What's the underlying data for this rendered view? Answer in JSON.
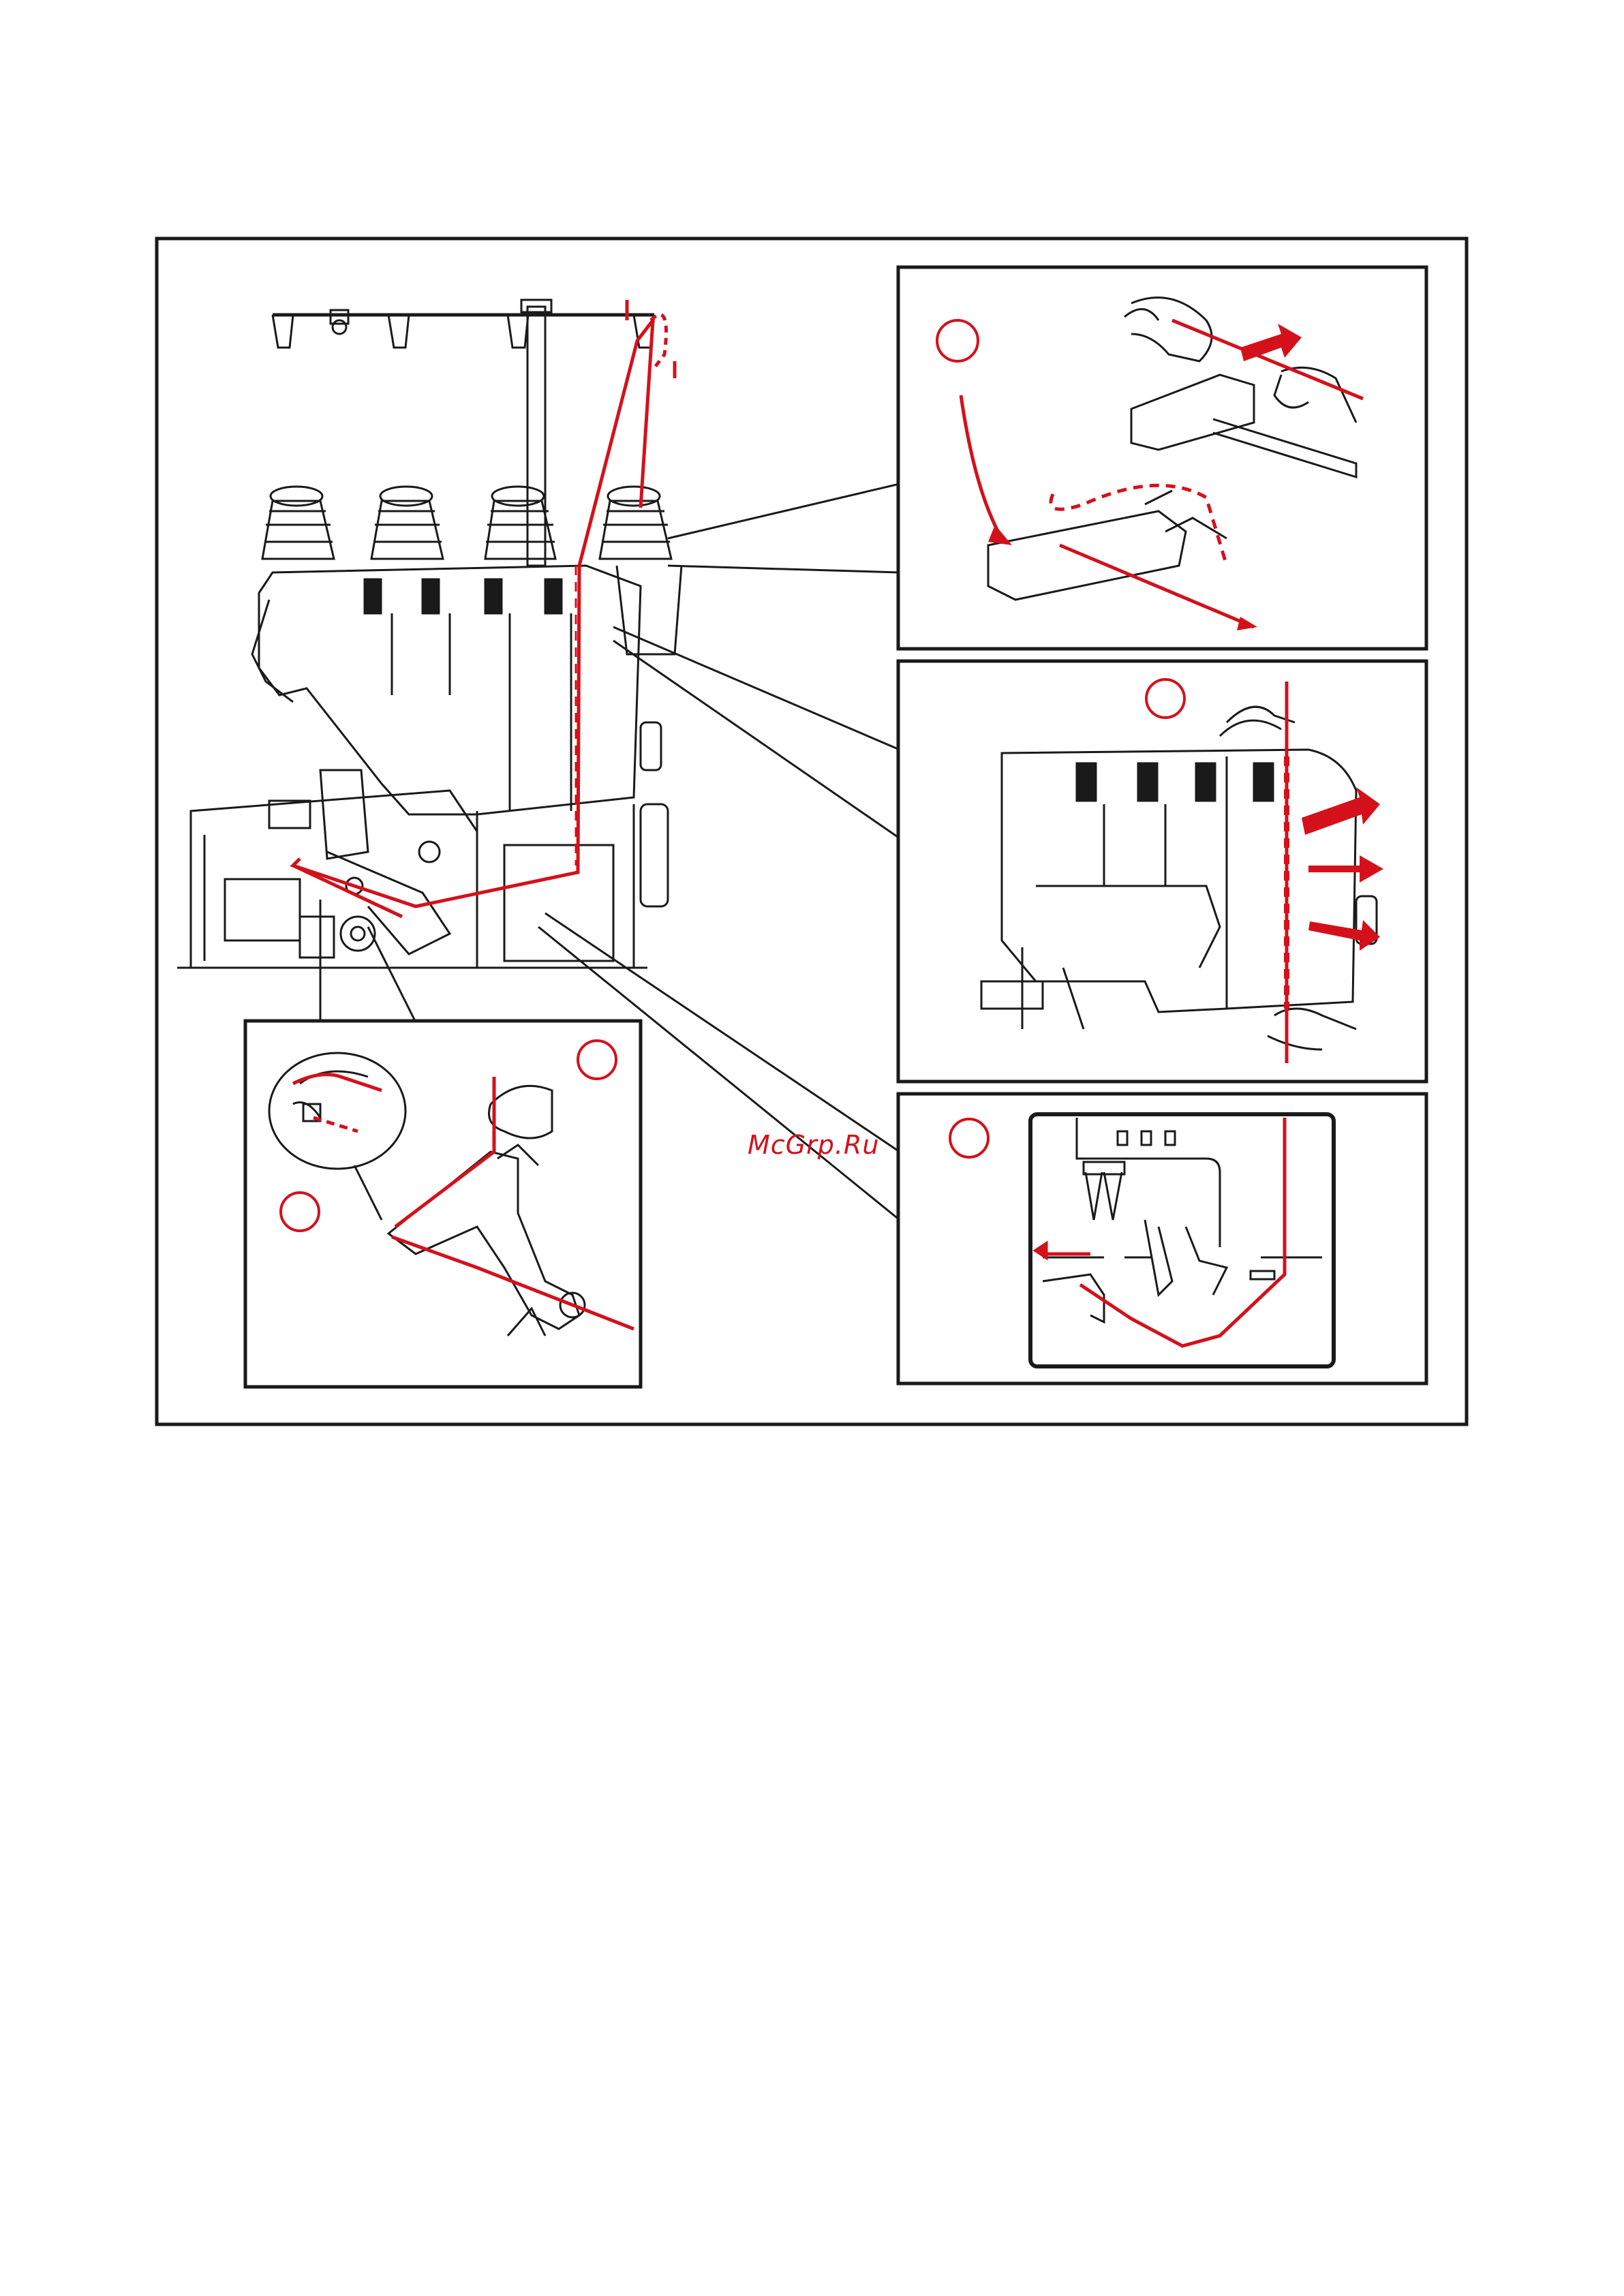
{
  "document": {
    "page_title": "",
    "watermark": "McGrp.Ru",
    "figure": {
      "description_visible_text": [],
      "panels": [
        {
          "id": "main-machine"
        },
        {
          "id": "panel-step-1"
        },
        {
          "id": "panel-step-2"
        },
        {
          "id": "panel-step-3"
        },
        {
          "id": "panel-step-4"
        }
      ]
    },
    "colors": {
      "thread_red": "#d4111b",
      "line_black": "#1a1a1a",
      "background": "#ffffff"
    }
  }
}
